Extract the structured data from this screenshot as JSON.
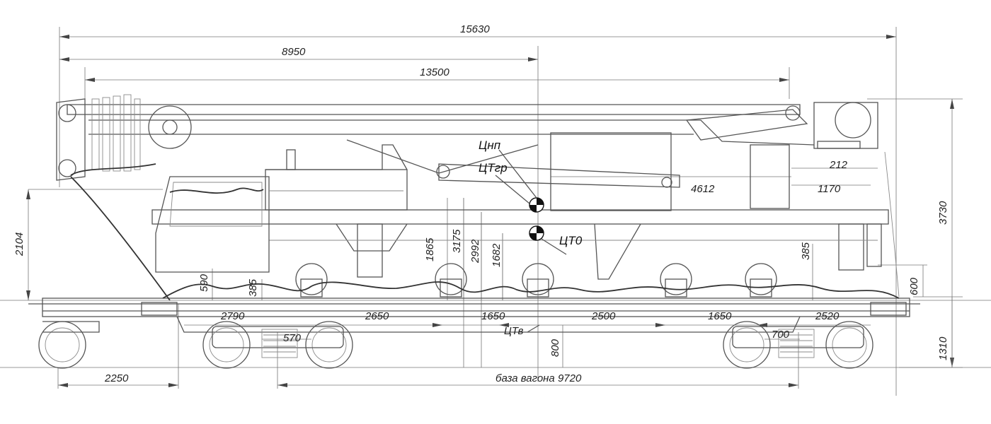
{
  "drawing": {
    "dims": {
      "overall_length": "15630",
      "d8950": "8950",
      "d13500": "13500",
      "d4612": "4612",
      "d212": "212",
      "d1170": "1170",
      "d3730": "3730",
      "d2104": "2104",
      "d590": "590",
      "d385_left": "385",
      "d1865": "1865",
      "d3175": "3175",
      "d2992": "2992",
      "d1682": "1682",
      "d385_right": "385",
      "d600": "600",
      "d1310": "1310",
      "d2790": "2790",
      "d2650": "2650",
      "d1650_a": "1650",
      "d2500": "2500",
      "d1650_b": "1650",
      "d2520": "2520",
      "d570": "570",
      "d700": "700",
      "d800": "800",
      "d2250": "2250",
      "wagon_base": "база вагона 9720"
    },
    "labels": {
      "cnp": "Цнп",
      "ct_gr": "ЦТгр",
      "ct_0": "ЦТ0",
      "ct_v": "ЦТв"
    }
  }
}
